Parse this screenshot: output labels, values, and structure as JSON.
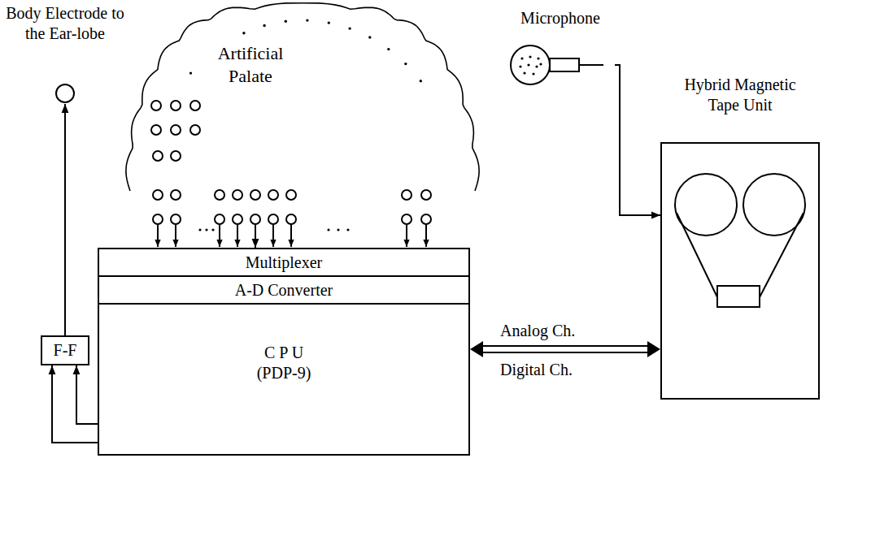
{
  "diagram": {
    "nodes": [
      {
        "text": [
          "Artificial Palate"
        ]
      },
      {
        "text": [
          "Body Electrode to the Ear-lobe"
        ]
      },
      {
        "text": [
          "Microphone"
        ]
      },
      {
        "text": [
          "Hybrid Magnetic Tape Unit"
        ]
      },
      {
        "text": [
          "Multiplexer"
        ]
      },
      {
        "text": [
          "A-D Converter"
        ]
      },
      {
        "text": [
          "C P U (PDP-9)"
        ]
      },
      {
        "text": [
          "F-F"
        ]
      }
    ],
    "edges": [
      {
        "from": 0,
        "to": 4,
        "arrow": "to"
      },
      {
        "from": 2,
        "to": 3,
        "arrow": "to"
      },
      {
        "from": 6,
        "to": 3,
        "arrow": "both",
        "label": "Digital Ch."
      },
      {
        "from": 6,
        "to": 7,
        "arrow": "to"
      },
      {
        "from": 6,
        "to": 7,
        "arrow": "to"
      },
      {
        "from": 7,
        "to": 1,
        "arrow": "to"
      }
    ],
    "labels": [
      "Analog Ch."
    ]
  }
}
